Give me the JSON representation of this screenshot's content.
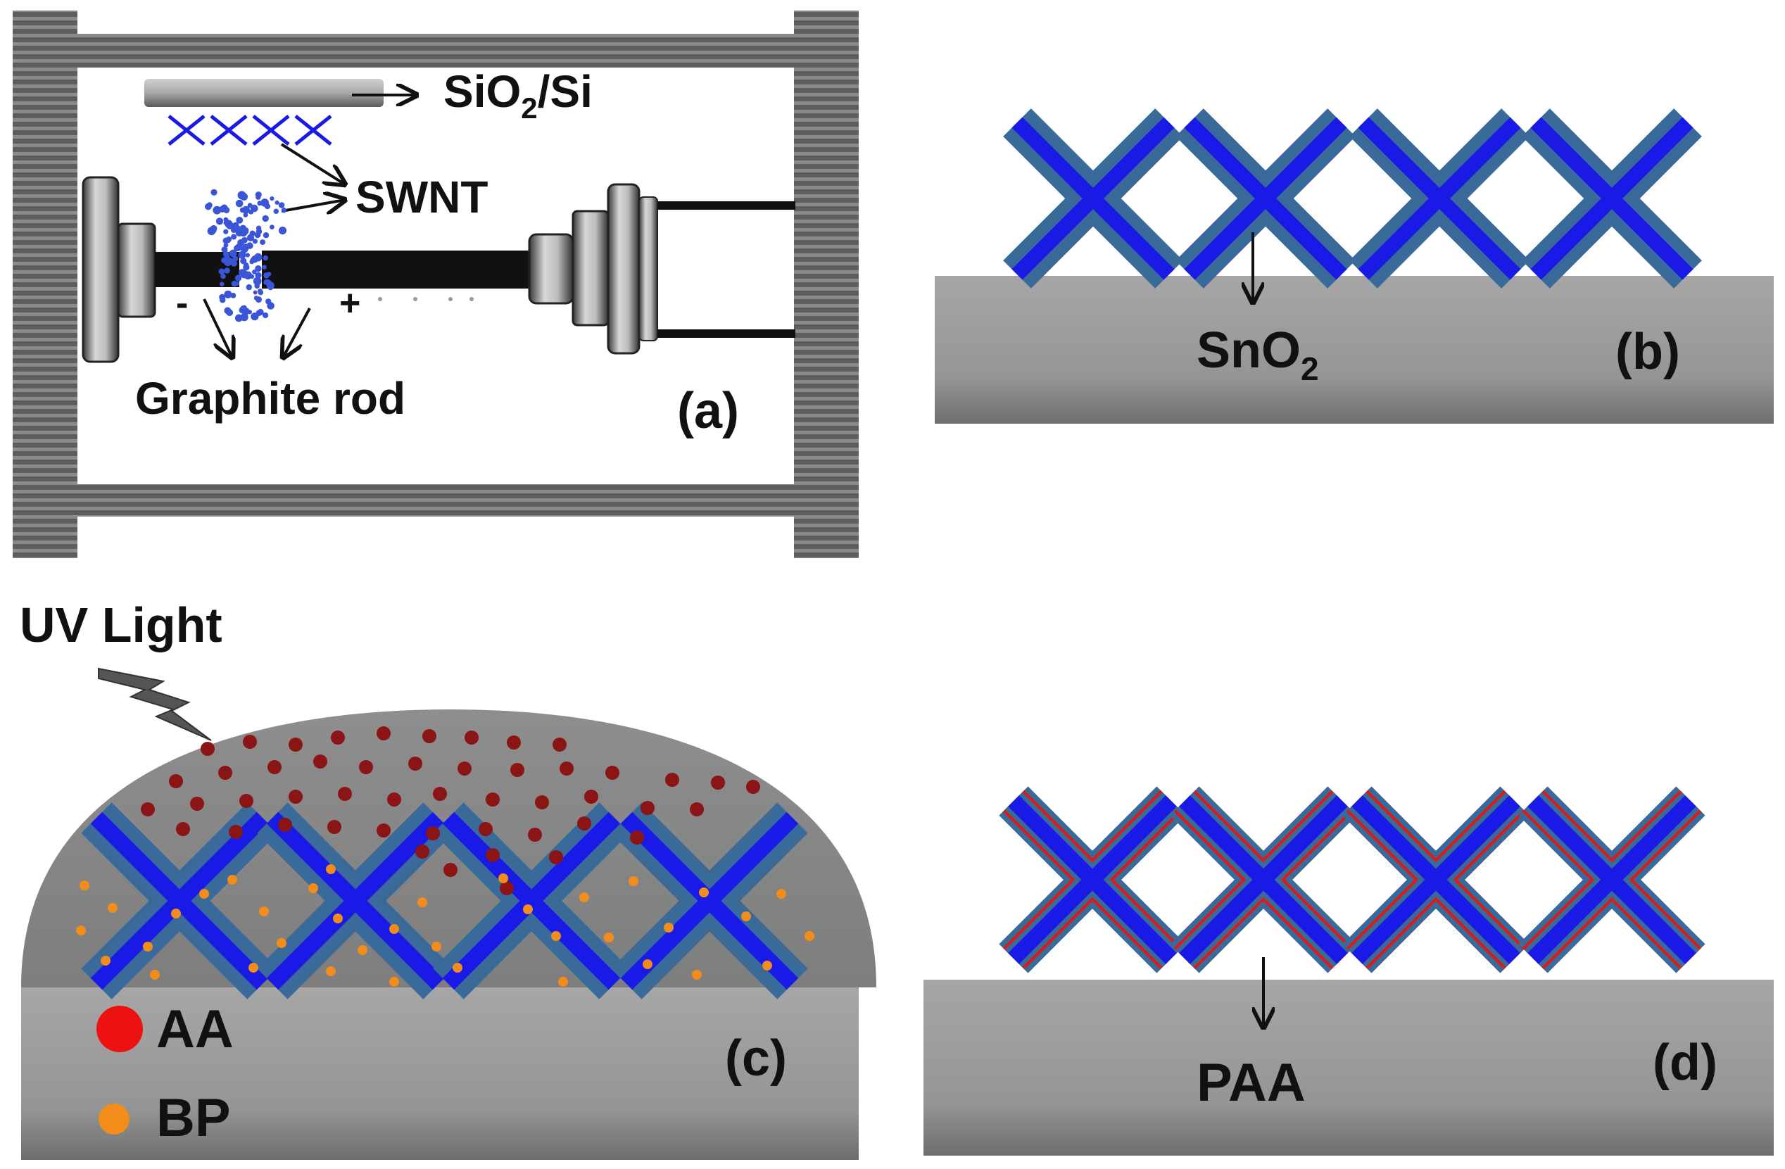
{
  "panels": {
    "a": {
      "label": "(a)",
      "substrate_label": "SiO",
      "substrate_sub": "2",
      "substrate_suffix": "/Si",
      "nanotube_label": "SWNT",
      "electrode_label": "Graphite rod",
      "minus_sign": "-",
      "plus_sign": "+"
    },
    "b": {
      "label": "(b)",
      "substrate_label": "SnO",
      "substrate_sub": "2"
    },
    "c": {
      "label": "(c)",
      "light_label": "UV Light",
      "legend": [
        {
          "name": "AA",
          "color": "#ee1111"
        },
        {
          "name": "BP",
          "color": "#f28c1a"
        }
      ]
    },
    "d": {
      "label": "(d)",
      "substrate_label": "PAA"
    }
  },
  "colors": {
    "nanotube_blue": "#1a1ae6",
    "nanotube_edge": "#3a6a9a",
    "polymer_red": "#dd1a1a",
    "aa_dot": "#8b1414",
    "bp_dot": "#f28c1a",
    "substrate_gray": "#9a9a9a",
    "frame_gray": "#666666"
  },
  "icons": [
    "lightning-bolt-icon"
  ]
}
